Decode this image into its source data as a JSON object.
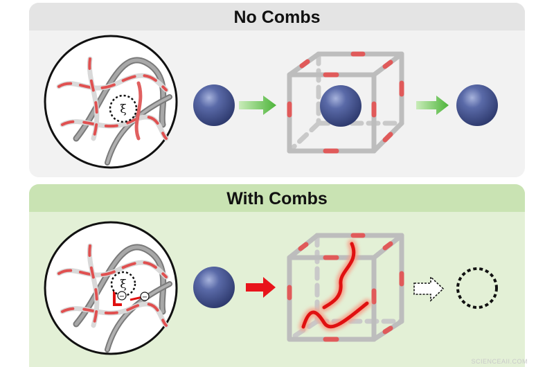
{
  "panels": {
    "top": {
      "title": "No Combs",
      "mesh_label": "ξ"
    },
    "bottom": {
      "title": "With Combs",
      "mesh_label": "ξ",
      "charge_label": "−"
    }
  },
  "watermark": "SCIENCEAII.COM",
  "colors": {
    "top_panel_bg": "#f2f2f2",
    "top_header_bg": "#e4e4e4",
    "bottom_panel_bg": "#e3f0d6",
    "bottom_header_bg": "#c9e3b3",
    "particle": "#4a5a93",
    "green_arrow": "#6ac05a",
    "red_arrow": "#e8141b",
    "polymer_red": "#e04848"
  }
}
